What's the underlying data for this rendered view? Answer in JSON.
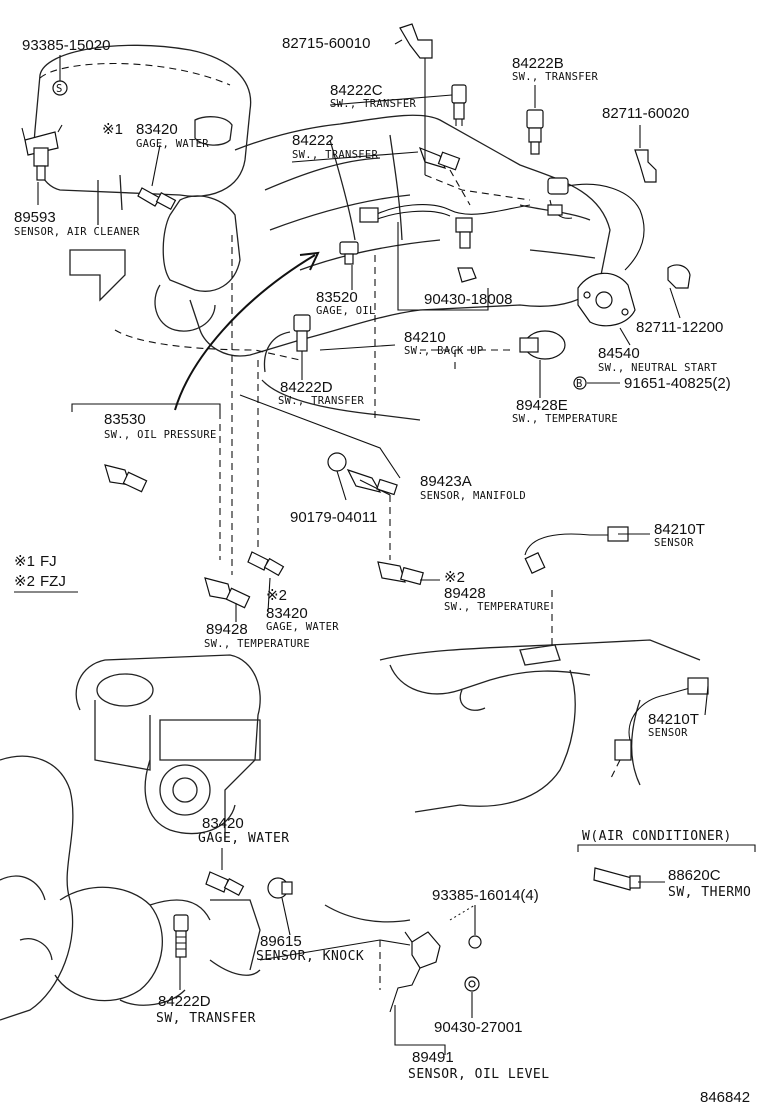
{
  "title": "",
  "diagram_code": "846842",
  "legend": {
    "fj": {
      "mark": "※1",
      "label": "FJ"
    },
    "fzj": {
      "mark": "※2",
      "label": "FZJ"
    }
  },
  "air_conditioner_note": "W(AIR CONDITIONER)",
  "parts": [
    {
      "id": "p93385_15020",
      "number": "93385-15020",
      "desc": ""
    },
    {
      "id": "p82715_60010",
      "number": "82715-60010",
      "desc": ""
    },
    {
      "id": "p84222B",
      "number": "84222B",
      "desc": "SW., TRANSFER"
    },
    {
      "id": "p84222C",
      "number": "84222C",
      "desc": "SW., TRANSFER"
    },
    {
      "id": "p82711_60020",
      "number": "82711-60020",
      "desc": ""
    },
    {
      "id": "p83420_fj",
      "mark": "※1",
      "number": "83420",
      "desc": "GAGE, WATER"
    },
    {
      "id": "p84222",
      "number": "84222",
      "desc": "SW., TRANSFER"
    },
    {
      "id": "p89593",
      "number": "89593",
      "desc": "SENSOR, AIR CLEANER"
    },
    {
      "id": "p83520",
      "number": "83520",
      "desc": "GAGE, OIL"
    },
    {
      "id": "p90430_18008",
      "number": "90430-18008",
      "desc": ""
    },
    {
      "id": "p82711_12200",
      "number": "82711-12200",
      "desc": ""
    },
    {
      "id": "p84210",
      "number": "84210",
      "desc": "SW., BACK UP"
    },
    {
      "id": "p84540",
      "number": "84540",
      "desc": "SW., NEUTRAL START"
    },
    {
      "id": "p91651",
      "number": "91651-40825(2)",
      "desc": ""
    },
    {
      "id": "p84222D_top",
      "number": "84222D",
      "desc": "SW., TRANSFER"
    },
    {
      "id": "p89428E",
      "number": "89428E",
      "desc": "SW., TEMPERATURE"
    },
    {
      "id": "p83530",
      "number": "83530",
      "desc": "SW., OIL PRESSURE"
    },
    {
      "id": "p89423A",
      "number": "89423A",
      "desc": "SENSOR, MANIFOLD"
    },
    {
      "id": "p90179",
      "number": "90179-04011",
      "desc": ""
    },
    {
      "id": "p84210T_a",
      "number": "84210T",
      "desc": "SENSOR"
    },
    {
      "id": "p83420_fzj",
      "mark": "※2",
      "number": "83420",
      "desc": "GAGE, WATER"
    },
    {
      "id": "p89428_fzj",
      "mark": "※2",
      "number": "89428",
      "desc": "SW., TEMPERATURE"
    },
    {
      "id": "p89428",
      "number": "89428",
      "desc": "SW., TEMPERATURE"
    },
    {
      "id": "p84210T_b",
      "number": "84210T",
      "desc": "SENSOR"
    },
    {
      "id": "p83420_low",
      "number": "83420",
      "desc": "GAGE, WATER"
    },
    {
      "id": "p88620C",
      "number": "88620C",
      "desc": "SW, THERMO"
    },
    {
      "id": "p93385_16014",
      "number": "93385-16014(4)",
      "desc": ""
    },
    {
      "id": "p89615",
      "number": "89615",
      "desc": "SENSOR, KNOCK"
    },
    {
      "id": "p84222D_low",
      "number": "84222D",
      "desc": "SW, TRANSFER"
    },
    {
      "id": "p90430_27001",
      "number": "90430-27001",
      "desc": ""
    },
    {
      "id": "p89491",
      "number": "89491",
      "desc": "SENSOR, OIL LEVEL"
    }
  ]
}
